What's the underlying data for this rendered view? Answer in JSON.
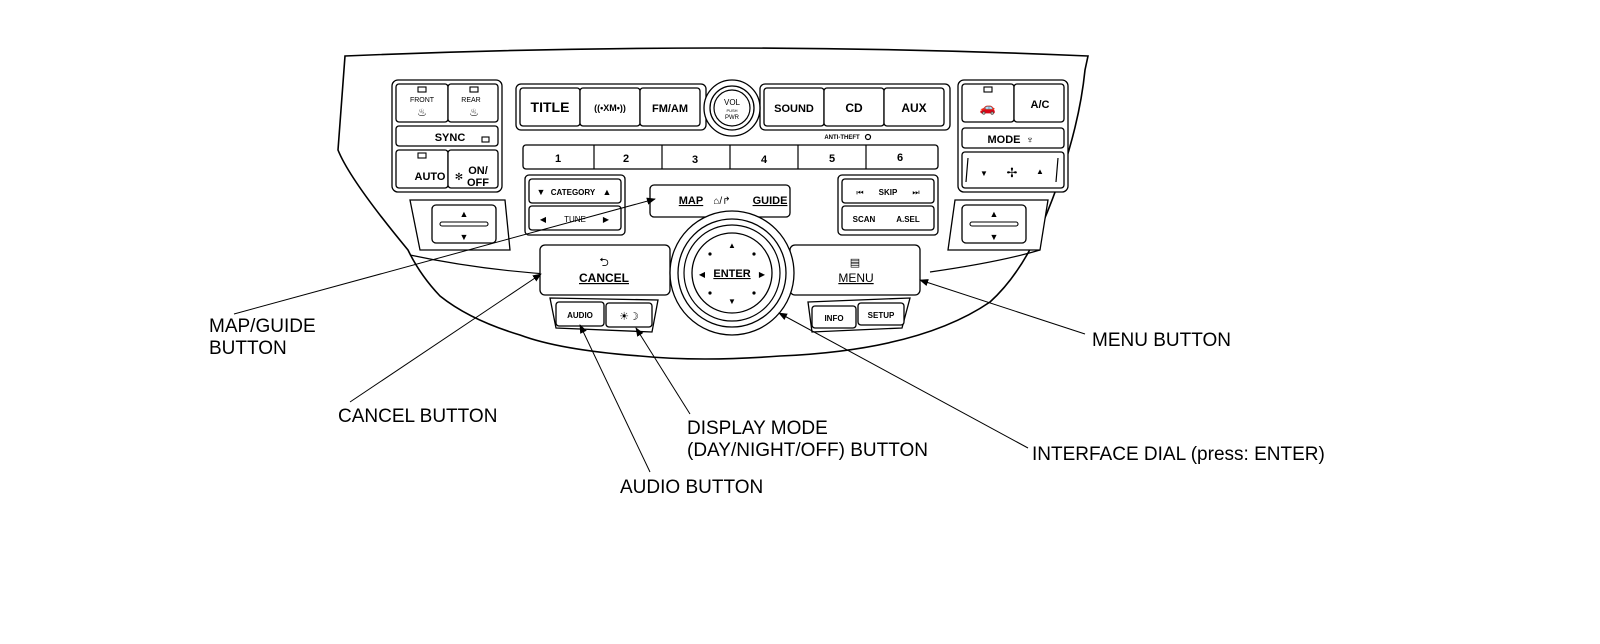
{
  "panel": {
    "climate_left": {
      "front_label": "FRONT",
      "rear_label": "REAR",
      "sync_label": "SYNC",
      "auto_label": "AUTO",
      "on_label": "ON/",
      "off_label": "OFF"
    },
    "top_row": [
      "TITLE",
      "((•XM•))",
      "FM/AM",
      "SOUND",
      "CD",
      "AUX"
    ],
    "volume_knob": {
      "line1": "VOL",
      "line2": "PUSH",
      "line3": "PWR"
    },
    "anti_theft_label": "ANTI-THEFT",
    "presets": [
      "1",
      "2",
      "3",
      "4",
      "5",
      "6"
    ],
    "category_label": "CATEGORY",
    "tune_label": "TUNE",
    "skip_label": "SKIP",
    "scan_label": "SCAN",
    "asel_label": "A.SEL",
    "map_label": "MAP",
    "guide_label": "GUIDE",
    "cancel_label": "CANCEL",
    "menu_label": "MENU",
    "enter_label": "ENTER",
    "audio_label": "AUDIO",
    "info_label": "INFO",
    "setup_label": "SETUP",
    "climate_right": {
      "ac_label": "A/C",
      "mode_label": "MODE"
    }
  },
  "callouts": {
    "map_guide_line1": "MAP/GUIDE",
    "map_guide_line2": "BUTTON",
    "cancel": "CANCEL BUTTON",
    "audio": "AUDIO BUTTON",
    "display_line1": "DISPLAY MODE",
    "display_line2": "(DAY/NIGHT/OFF) BUTTON",
    "interface_dial": "INTERFACE DIAL (press: ENTER)",
    "menu": "MENU BUTTON"
  }
}
